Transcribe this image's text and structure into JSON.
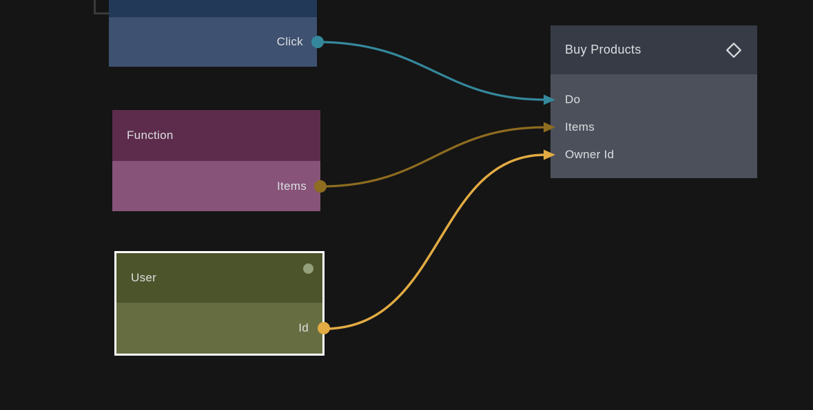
{
  "canvas": {
    "background": "#151515",
    "selection_corner_color": "#3a3a3a"
  },
  "nodes": {
    "click": {
      "header_color": "#223a57",
      "body_color": "#3e5170",
      "outputs": [
        {
          "label": "Click",
          "port_color": "#35889c"
        }
      ]
    },
    "function": {
      "title": "Function",
      "header_color": "#5d2c4d",
      "body_color": "#875379",
      "outputs": [
        {
          "label": "Items",
          "port_color": "#8e6c20"
        }
      ]
    },
    "user": {
      "title": "User",
      "selected": true,
      "selection_border_color": "#ffffff",
      "header_color": "#4b542a",
      "body_color": "#666e41",
      "status_dot_color": "#93a07b",
      "outputs": [
        {
          "label": "Id",
          "port_color": "#e2ab43"
        }
      ]
    },
    "buy_products": {
      "title": "Buy Products",
      "header_color": "#363b46",
      "body_color": "#4b505b",
      "header_icon": "diamond-outline",
      "inputs": [
        {
          "label": "Do",
          "arrow_color": "#35889c"
        },
        {
          "label": "Items",
          "arrow_color": "#8e6c20"
        },
        {
          "label": "Owner Id",
          "arrow_color": "#e0ae49"
        }
      ]
    }
  },
  "connections": [
    {
      "from_node": "click",
      "from_port": "Click",
      "to_node": "buy_products",
      "to_port": "Do",
      "color": "#35889c"
    },
    {
      "from_node": "function",
      "from_port": "Items",
      "to_node": "buy_products",
      "to_port": "Items",
      "color": "#8e6c20"
    },
    {
      "from_node": "user",
      "from_port": "Id",
      "to_node": "buy_products",
      "to_port": "Owner Id",
      "color": "#e2ab43"
    }
  ]
}
